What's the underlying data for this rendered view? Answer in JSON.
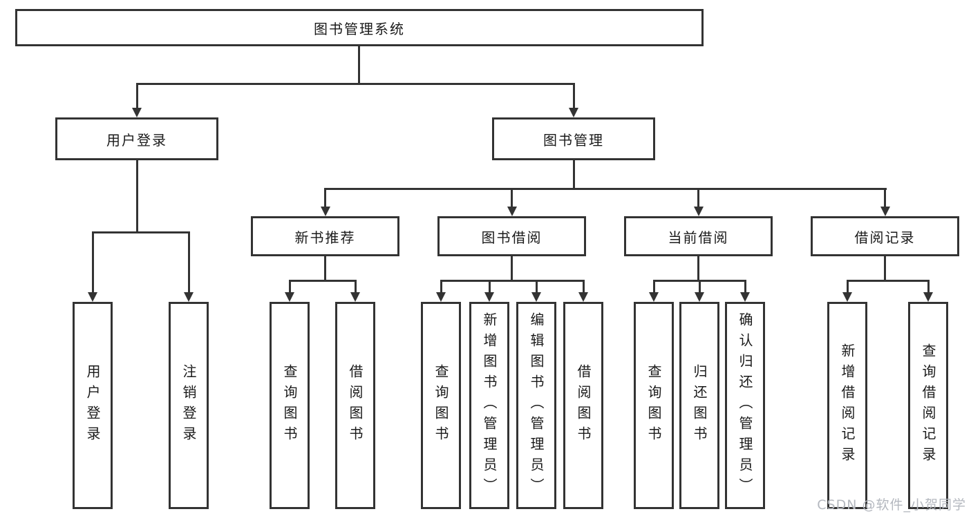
{
  "diagram_type": "hierarchy-tree",
  "tree": {
    "label": "图书管理系统",
    "children": [
      {
        "label": "用户登录",
        "children": [
          {
            "label": "用户登录"
          },
          {
            "label": "注销登录"
          }
        ]
      },
      {
        "label": "图书管理",
        "children": [
          {
            "label": "新书推荐",
            "children": [
              {
                "label": "查询图书"
              },
              {
                "label": "借阅图书"
              }
            ]
          },
          {
            "label": "图书借阅",
            "children": [
              {
                "label": "查询图书"
              },
              {
                "label": "新增图书（管理员）"
              },
              {
                "label": "编辑图书（管理员）"
              },
              {
                "label": "借阅图书"
              }
            ]
          },
          {
            "label": "当前借阅",
            "children": [
              {
                "label": "查询图书"
              },
              {
                "label": "归还图书"
              },
              {
                "label": "确认归还（管理员）"
              }
            ]
          },
          {
            "label": "借阅记录",
            "children": [
              {
                "label": "新增借阅记录"
              },
              {
                "label": "查询借阅记录"
              }
            ]
          }
        ]
      }
    ]
  },
  "watermark": "CSDN @软件_小贺同学",
  "colors": {
    "line": "#333333",
    "text": "#1a1a1a",
    "background": "#ffffff",
    "watermark": "#b4b8bf"
  }
}
